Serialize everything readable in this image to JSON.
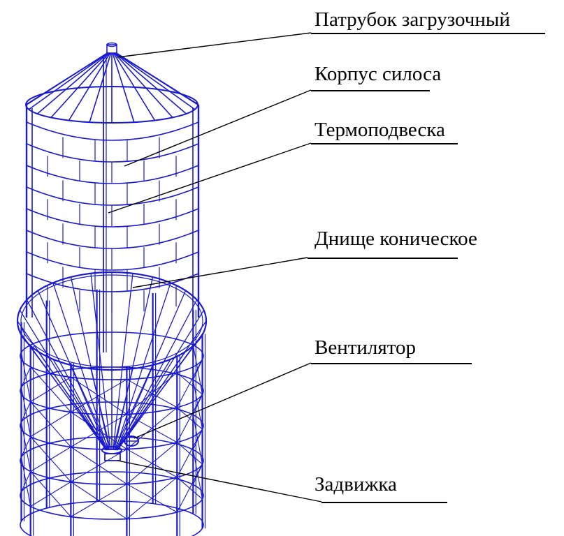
{
  "colors": {
    "drawing": "#1a1ad0",
    "leader": "#000000",
    "background": "#ffffff"
  },
  "labels": {
    "loading_nozzle": "Патрубок загрузочный",
    "silo_body": "Корпус силоса",
    "thermo_suspension": "Термоподвеска",
    "conical_bottom": "Днище коническое",
    "fan": "Вентилятор",
    "gate_valve": "Задвижка"
  }
}
